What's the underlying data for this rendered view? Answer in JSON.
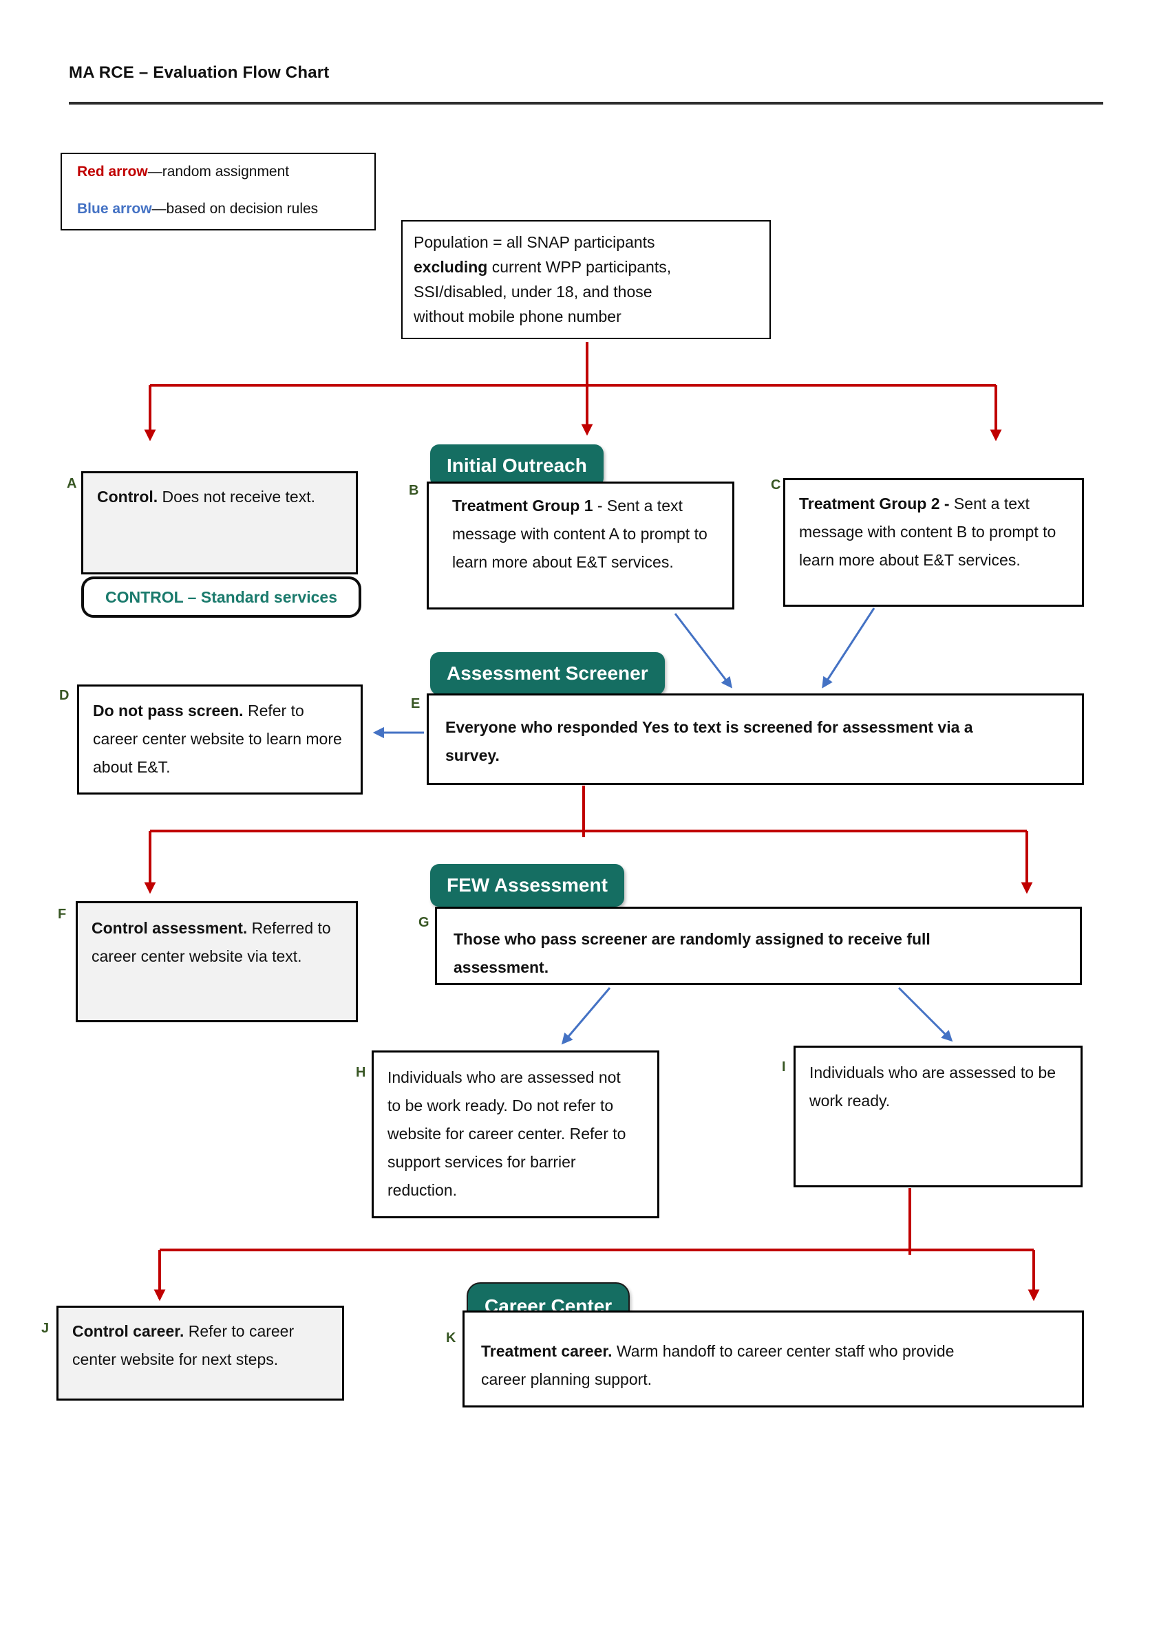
{
  "page": {
    "title": "MA RCE – Evaluation Flow Chart"
  },
  "legend": {
    "red_label": "Red arrow",
    "red_desc": "—random assignment",
    "blue_label": "Blue arrow",
    "blue_desc": "—based on decision rules"
  },
  "population": {
    "pre": "Population = all SNAP participants ",
    "bold": "excluding",
    "post": " current WPP participants, SSI/disabled, under 18, and those without mobile phone number"
  },
  "stages": {
    "initial_outreach": "Initial Outreach",
    "assessment_screener": "Assessment Screener",
    "few_assessment": "FEW Assessment",
    "career_center": "Career Center"
  },
  "nodes": {
    "A": {
      "label": "A",
      "lead": "Control.",
      "rest": " Does not receive text."
    },
    "control_pill": "CONTROL – Standard services",
    "B": {
      "label": "B",
      "lead": "Treatment Group 1",
      "rest": " - Sent a text message with content A to prompt to learn more about E&T services."
    },
    "C": {
      "label": "C",
      "lead": "Treatment Group 2 -",
      "rest": " Sent a text message with content B to prompt to learn more about E&T services."
    },
    "D": {
      "label": "D",
      "lead": "Do not pass screen.",
      "rest": " Refer to career center website to learn more about E&T."
    },
    "E": {
      "label": "E",
      "text": "Everyone who responded Yes to text is screened for assessment via a survey."
    },
    "F": {
      "label": "F",
      "lead": "Control assessment.",
      "rest": " Referred to career center website via text."
    },
    "G": {
      "label": "G",
      "text": "Those who pass screener are randomly assigned to receive full assessment."
    },
    "H": {
      "label": "H",
      "text": "Individuals who are assessed not to be work ready. Do not refer to website for career center. Refer to support services for barrier reduction."
    },
    "I": {
      "label": "I",
      "text": "Individuals who are assessed to be work ready."
    },
    "J": {
      "label": "J",
      "lead": "Control career.",
      "rest": " Refer to career center website for next steps."
    },
    "K": {
      "label": "K",
      "lead": "Treatment career.",
      "rest": " Warm handoff to career center staff who provide career planning support."
    }
  },
  "colors": {
    "red_arrow": "#C00000",
    "blue_arrow": "#4472C4",
    "header_green": "#156E62",
    "label_green": "#375623",
    "pill_text_green": "#1A7A6C",
    "box_gray": "#F2F2F2"
  }
}
